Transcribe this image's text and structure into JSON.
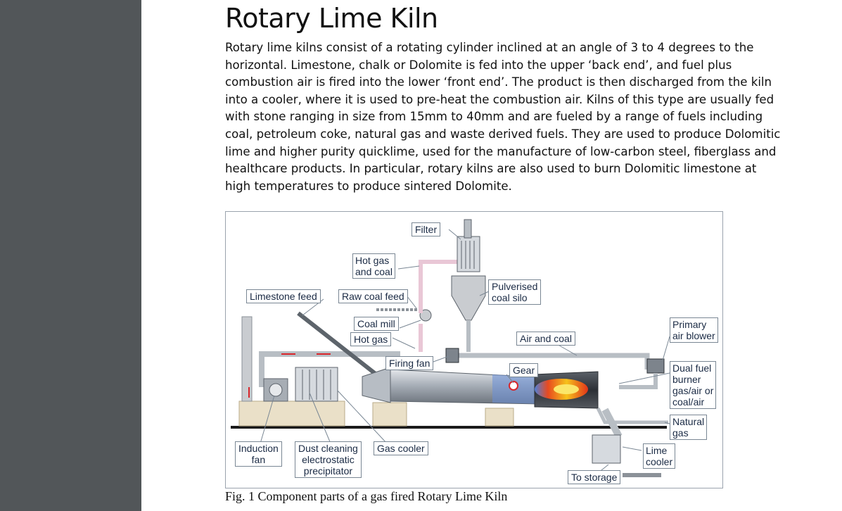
{
  "document": {
    "title": "Rotary Lime Kiln",
    "paragraph": "Rotary lime kilns consist of a rotating cylinder inclined at an angle of 3 to 4 degrees to the horizontal. Limestone, chalk or Dolomite is fed into the upper ‘back end’, and fuel plus combustion air is fired into the lower ‘front end’. The product is then discharged from the kiln into a cooler, where it is used to pre-heat the combustion air. Kilns of this type are usually fed with stone ranging in size from 15mm to 40mm and are fueled by a range of fuels including coal, petroleum coke, natural gas and waste derived fuels. They are used to produce Dolomitic lime and higher purity quicklime, used for the manufacture of low-carbon steel, fiberglass and healthcare products. In particular, rotary kilns are also used to burn Dolomitic limestone at high temperatures to produce sintered Dolomite.",
    "caption": "Fig. 1 Component parts of a gas fired Rotary Lime Kiln"
  },
  "figure_labels": {
    "filter": "Filter",
    "hot_gas_and_coal_1": "Hot gas",
    "hot_gas_and_coal_2": "and coal",
    "pulverised_silo_1": "Pulverised",
    "pulverised_silo_2": "coal silo",
    "limestone_feed": "Limestone feed",
    "raw_coal_feed": "Raw coal feed",
    "coal_mill": "Coal mill",
    "hot_gas": "Hot gas",
    "air_and_coal": "Air and coal",
    "primary_air_blower_1": "Primary",
    "primary_air_blower_2": "air blower",
    "firing_fan": "Firing fan",
    "gear": "Gear",
    "dual_fuel_1": "Dual fuel",
    "dual_fuel_2": "burner",
    "dual_fuel_3": "gas/air or",
    "dual_fuel_4": "coal/air",
    "natural_gas_1": "Natural",
    "natural_gas_2": "gas",
    "induction_fan_1": "Induction",
    "induction_fan_2": "fan",
    "dust_cleaning_1": "Dust cleaning",
    "dust_cleaning_2": "electrostatic",
    "dust_cleaning_3": "precipitator",
    "gas_cooler": "Gas cooler",
    "lime_cooler_1": "Lime",
    "lime_cooler_2": "cooler",
    "to_storage": "To storage"
  },
  "colors": {
    "sidebar": "#525659",
    "kiln_shell": "#9aa3ad",
    "flame": "#e8401c",
    "pipe": "#b8bec4",
    "arrow": "#d9252a",
    "ground": "#1a1a1a",
    "base_block": "#eae0c8"
  }
}
